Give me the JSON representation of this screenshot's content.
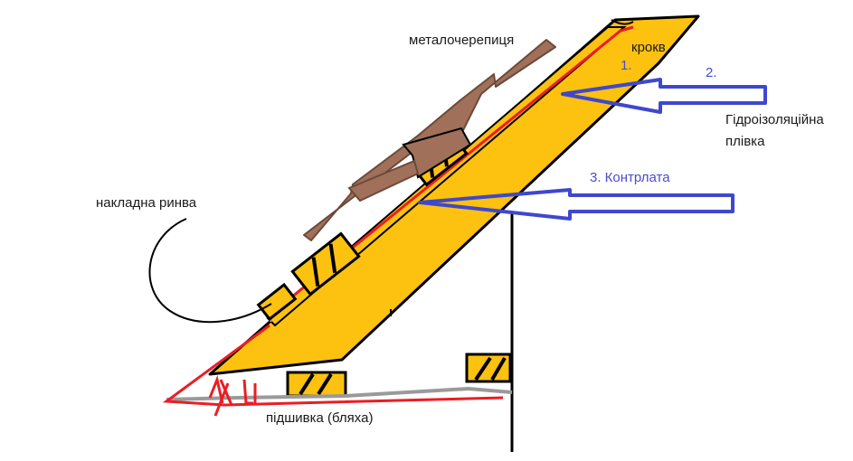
{
  "labels": {
    "metal_tile": "металочерепиця",
    "rafter": "крокв",
    "num1": "1.",
    "num2": "2.",
    "waterproof_line1": "Гідроізоляційна",
    "waterproof_line2": "плівка",
    "counter_batten": "3. Контрлата",
    "overlay_gutter": "накладна ринва",
    "soffit": "підшивка (бляха)"
  },
  "colors": {
    "rafter_fill": "#fcc20f",
    "membrane": "#ed1c24",
    "arrows": "#3f48cc",
    "tile": "#a0705a",
    "soffit": "#9a9a9a",
    "outline": "#000000"
  }
}
